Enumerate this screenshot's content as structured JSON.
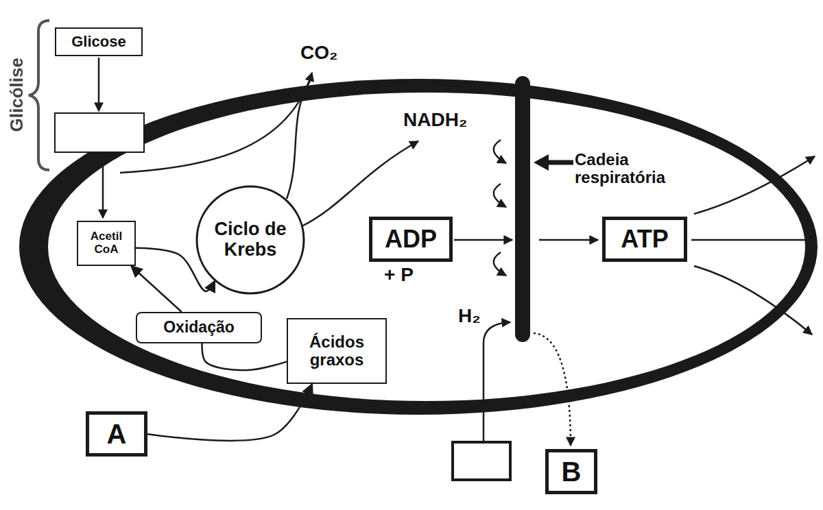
{
  "diagram": {
    "nodes": [
      {
        "text": [
          "Glicose"
        ]
      },
      {
        "text": [
          "Acetil CoA"
        ]
      },
      {
        "text": [
          "Ciclo de Krebs"
        ]
      },
      {
        "text": [
          "ADP"
        ]
      },
      {
        "text": [
          "ATP"
        ]
      },
      {
        "text": [
          "Oxidação"
        ]
      },
      {
        "text": [
          "Ácidos graxos"
        ]
      },
      {
        "text": [
          "A"
        ]
      },
      {
        "text": [
          "B"
        ]
      }
    ],
    "edges": [
      {
        "from": 1,
        "to": 2,
        "arrow": "to"
      },
      {
        "from": 6,
        "to": 5,
        "arrow": "none"
      },
      {
        "from": 5,
        "to": 1,
        "arrow": "to"
      },
      {
        "from": 7,
        "to": 6,
        "arrow": "to"
      }
    ],
    "labels": [
      "Glicólise",
      "CO₂",
      "NADH₂",
      "Cadeia respiratória",
      "+ P",
      "H₂"
    ]
  }
}
